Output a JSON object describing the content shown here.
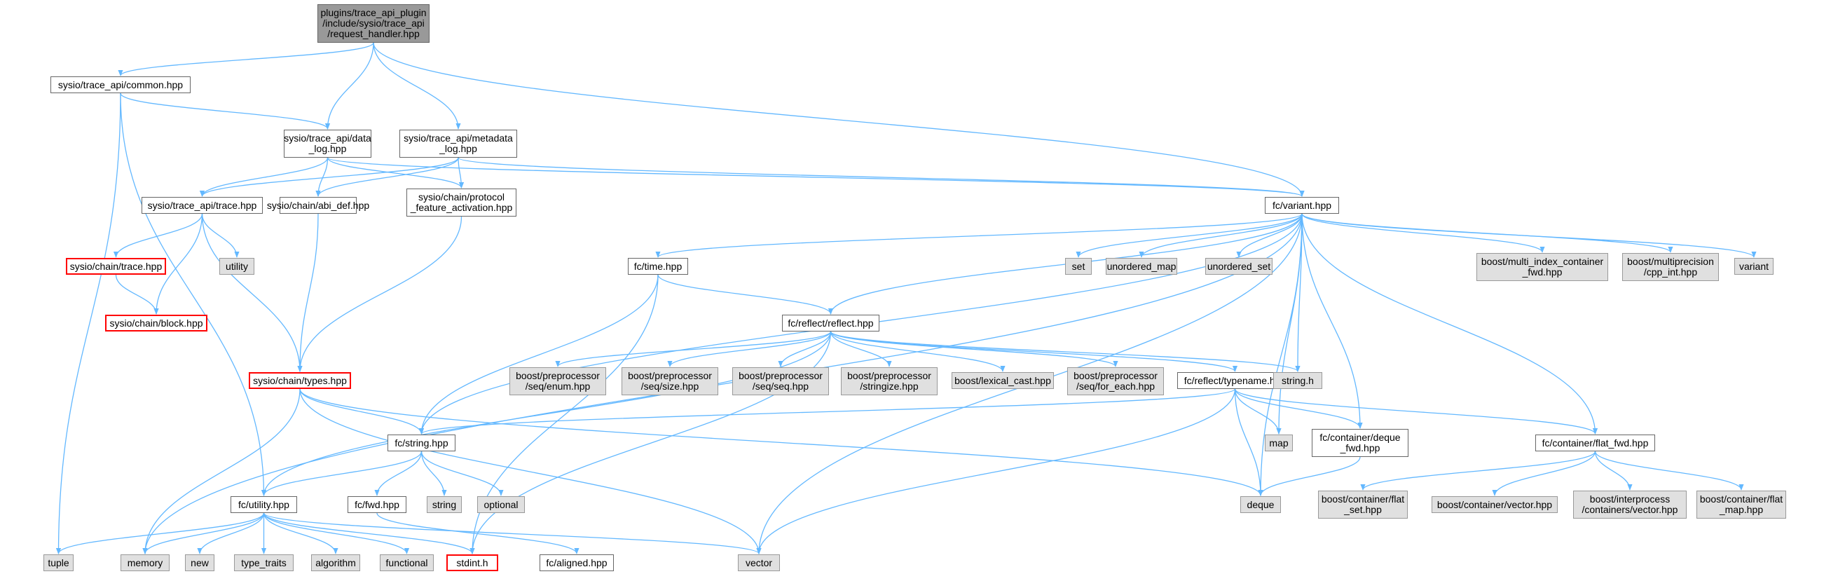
{
  "colors": {
    "edge": "#63b8ff",
    "node_border": "#666666",
    "node_white": "#ffffff",
    "node_gray": "#e0e0e0",
    "node_gray_border": "#999999",
    "node_root": "#999999",
    "node_missing_border": "#ff0000"
  },
  "nodes": {
    "root": {
      "lines": [
        "plugins/trace_api_plugin",
        "/include/sysio/trace_api",
        "/request_handler.hpp"
      ],
      "style": "root"
    },
    "common": {
      "lines": [
        "sysio/trace_api/common.hpp"
      ],
      "style": "white"
    },
    "data_log": {
      "lines": [
        "sysio/trace_api/data",
        "_log.hpp"
      ],
      "style": "white"
    },
    "metadata_log": {
      "lines": [
        "sysio/trace_api/metadata",
        "_log.hpp"
      ],
      "style": "white"
    },
    "variant": {
      "lines": [
        "fc/variant.hpp"
      ],
      "style": "white"
    },
    "trace_api_trace": {
      "lines": [
        "sysio/trace_api/trace.hpp"
      ],
      "style": "white"
    },
    "abi_def": {
      "lines": [
        "sysio/chain/abi_def.hpp"
      ],
      "style": "white"
    },
    "protocol_feature": {
      "lines": [
        "sysio/chain/protocol",
        "_feature_activation.hpp"
      ],
      "style": "white"
    },
    "chain_trace": {
      "lines": [
        "sysio/chain/trace.hpp"
      ],
      "style": "red"
    },
    "utility_std": {
      "lines": [
        "utility"
      ],
      "style": "gray"
    },
    "chain_block": {
      "lines": [
        "sysio/chain/block.hpp"
      ],
      "style": "red"
    },
    "time": {
      "lines": [
        "fc/time.hpp"
      ],
      "style": "white"
    },
    "set": {
      "lines": [
        "set"
      ],
      "style": "gray"
    },
    "unordered_map": {
      "lines": [
        "unordered_map"
      ],
      "style": "gray"
    },
    "unordered_set": {
      "lines": [
        "unordered_set"
      ],
      "style": "gray"
    },
    "multi_index": {
      "lines": [
        "boost/multi_index_container",
        "_fwd.hpp"
      ],
      "style": "gray"
    },
    "multiprecision": {
      "lines": [
        "boost/multiprecision",
        "/cpp_int.hpp"
      ],
      "style": "gray"
    },
    "variant_std": {
      "lines": [
        "variant"
      ],
      "style": "gray"
    },
    "reflect": {
      "lines": [
        "fc/reflect/reflect.hpp"
      ],
      "style": "white"
    },
    "chain_types": {
      "lines": [
        "sysio/chain/types.hpp"
      ],
      "style": "red"
    },
    "pp_enum": {
      "lines": [
        "boost/preprocessor",
        "/seq/enum.hpp"
      ],
      "style": "gray"
    },
    "pp_size": {
      "lines": [
        "boost/preprocessor",
        "/seq/size.hpp"
      ],
      "style": "gray"
    },
    "pp_seq": {
      "lines": [
        "boost/preprocessor",
        "/seq/seq.hpp"
      ],
      "style": "gray"
    },
    "pp_stringize": {
      "lines": [
        "boost/preprocessor",
        "/stringize.hpp"
      ],
      "style": "gray"
    },
    "lexical_cast": {
      "lines": [
        "boost/lexical_cast.hpp"
      ],
      "style": "gray"
    },
    "pp_for_each": {
      "lines": [
        "boost/preprocessor",
        "/seq/for_each.hpp"
      ],
      "style": "gray"
    },
    "typename": {
      "lines": [
        "fc/reflect/typename.hpp"
      ],
      "style": "white"
    },
    "string_h": {
      "lines": [
        "string.h"
      ],
      "style": "gray"
    },
    "fc_string": {
      "lines": [
        "fc/string.hpp"
      ],
      "style": "white"
    },
    "map": {
      "lines": [
        "map"
      ],
      "style": "gray"
    },
    "deque_fwd": {
      "lines": [
        "fc/container/deque",
        "_fwd.hpp"
      ],
      "style": "white"
    },
    "flat_fwd": {
      "lines": [
        "fc/container/flat_fwd.hpp"
      ],
      "style": "white"
    },
    "fwd": {
      "lines": [
        "fc/fwd.hpp"
      ],
      "style": "white"
    },
    "string_std": {
      "lines": [
        "string"
      ],
      "style": "gray"
    },
    "optional": {
      "lines": [
        "optional"
      ],
      "style": "gray"
    },
    "deque": {
      "lines": [
        "deque"
      ],
      "style": "gray"
    },
    "flat_set": {
      "lines": [
        "boost/container/flat",
        "_set.hpp"
      ],
      "style": "gray"
    },
    "container_vector": {
      "lines": [
        "boost/container/vector.hpp"
      ],
      "style": "gray"
    },
    "interprocess_vector": {
      "lines": [
        "boost/interprocess",
        "/containers/vector.hpp"
      ],
      "style": "gray"
    },
    "flat_map": {
      "lines": [
        "boost/container/flat",
        "_map.hpp"
      ],
      "style": "gray"
    },
    "fc_utility": {
      "lines": [
        "fc/utility.hpp"
      ],
      "style": "white"
    },
    "tuple": {
      "lines": [
        "tuple"
      ],
      "style": "gray"
    },
    "memory": {
      "lines": [
        "memory"
      ],
      "style": "gray"
    },
    "new": {
      "lines": [
        "new"
      ],
      "style": "gray"
    },
    "type_traits": {
      "lines": [
        "type_traits"
      ],
      "style": "gray"
    },
    "algorithm": {
      "lines": [
        "algorithm"
      ],
      "style": "gray"
    },
    "functional": {
      "lines": [
        "functional"
      ],
      "style": "gray"
    },
    "stdint": {
      "lines": [
        "stdint.h"
      ],
      "style": "red"
    },
    "vector": {
      "lines": [
        "vector"
      ],
      "style": "gray"
    },
    "aligned": {
      "lines": [
        "fc/aligned.hpp"
      ],
      "style": "white"
    }
  },
  "edges": [
    [
      "root",
      "common"
    ],
    [
      "root",
      "data_log"
    ],
    [
      "root",
      "metadata_log"
    ],
    [
      "root",
      "variant"
    ],
    [
      "common",
      "data_log"
    ],
    [
      "common",
      "tuple"
    ],
    [
      "common",
      "fc_utility"
    ],
    [
      "data_log",
      "trace_api_trace"
    ],
    [
      "data_log",
      "abi_def"
    ],
    [
      "data_log",
      "protocol_feature"
    ],
    [
      "data_log",
      "variant"
    ],
    [
      "metadata_log",
      "trace_api_trace"
    ],
    [
      "metadata_log",
      "abi_def"
    ],
    [
      "metadata_log",
      "protocol_feature"
    ],
    [
      "metadata_log",
      "variant"
    ],
    [
      "trace_api_trace",
      "chain_trace"
    ],
    [
      "trace_api_trace",
      "utility_std"
    ],
    [
      "trace_api_trace",
      "chain_block"
    ],
    [
      "trace_api_trace",
      "chain_types"
    ],
    [
      "chain_trace",
      "chain_block"
    ],
    [
      "abi_def",
      "chain_types"
    ],
    [
      "protocol_feature",
      "chain_types"
    ],
    [
      "variant",
      "memory"
    ],
    [
      "variant",
      "time"
    ],
    [
      "variant",
      "fc_string"
    ],
    [
      "variant",
      "reflect"
    ],
    [
      "variant",
      "set"
    ],
    [
      "variant",
      "unordered_map"
    ],
    [
      "variant",
      "unordered_set"
    ],
    [
      "variant",
      "multi_index"
    ],
    [
      "variant",
      "multiprecision"
    ],
    [
      "variant",
      "variant_std"
    ],
    [
      "variant",
      "string_h"
    ],
    [
      "variant",
      "map"
    ],
    [
      "variant",
      "deque_fwd"
    ],
    [
      "variant",
      "deque"
    ],
    [
      "variant",
      "flat_fwd"
    ],
    [
      "variant",
      "vector"
    ],
    [
      "time",
      "reflect"
    ],
    [
      "time",
      "fc_string"
    ],
    [
      "time",
      "stdint"
    ],
    [
      "reflect",
      "fc_utility"
    ],
    [
      "reflect",
      "stdint"
    ],
    [
      "reflect",
      "pp_enum"
    ],
    [
      "reflect",
      "pp_size"
    ],
    [
      "reflect",
      "pp_seq"
    ],
    [
      "reflect",
      "pp_stringize"
    ],
    [
      "reflect",
      "lexical_cast"
    ],
    [
      "reflect",
      "pp_for_each"
    ],
    [
      "reflect",
      "typename"
    ],
    [
      "reflect",
      "string_h"
    ],
    [
      "chain_types",
      "fc_string"
    ],
    [
      "chain_types",
      "memory"
    ],
    [
      "chain_types",
      "vector"
    ],
    [
      "chain_types",
      "deque"
    ],
    [
      "typename",
      "fc_string"
    ],
    [
      "typename",
      "map"
    ],
    [
      "typename",
      "deque_fwd"
    ],
    [
      "typename",
      "deque"
    ],
    [
      "typename",
      "flat_fwd"
    ],
    [
      "typename",
      "vector"
    ],
    [
      "deque_fwd",
      "deque"
    ],
    [
      "flat_fwd",
      "flat_set"
    ],
    [
      "flat_fwd",
      "container_vector"
    ],
    [
      "flat_fwd",
      "interprocess_vector"
    ],
    [
      "flat_fwd",
      "flat_map"
    ],
    [
      "fc_string",
      "fc_utility"
    ],
    [
      "fc_string",
      "fwd"
    ],
    [
      "fc_string",
      "string_std"
    ],
    [
      "fc_string",
      "optional"
    ],
    [
      "fwd",
      "aligned"
    ],
    [
      "fc_utility",
      "tuple"
    ],
    [
      "fc_utility",
      "memory"
    ],
    [
      "fc_utility",
      "new"
    ],
    [
      "fc_utility",
      "type_traits"
    ],
    [
      "fc_utility",
      "algorithm"
    ],
    [
      "fc_utility",
      "functional"
    ],
    [
      "fc_utility",
      "stdint"
    ],
    [
      "fc_utility",
      "vector"
    ]
  ]
}
